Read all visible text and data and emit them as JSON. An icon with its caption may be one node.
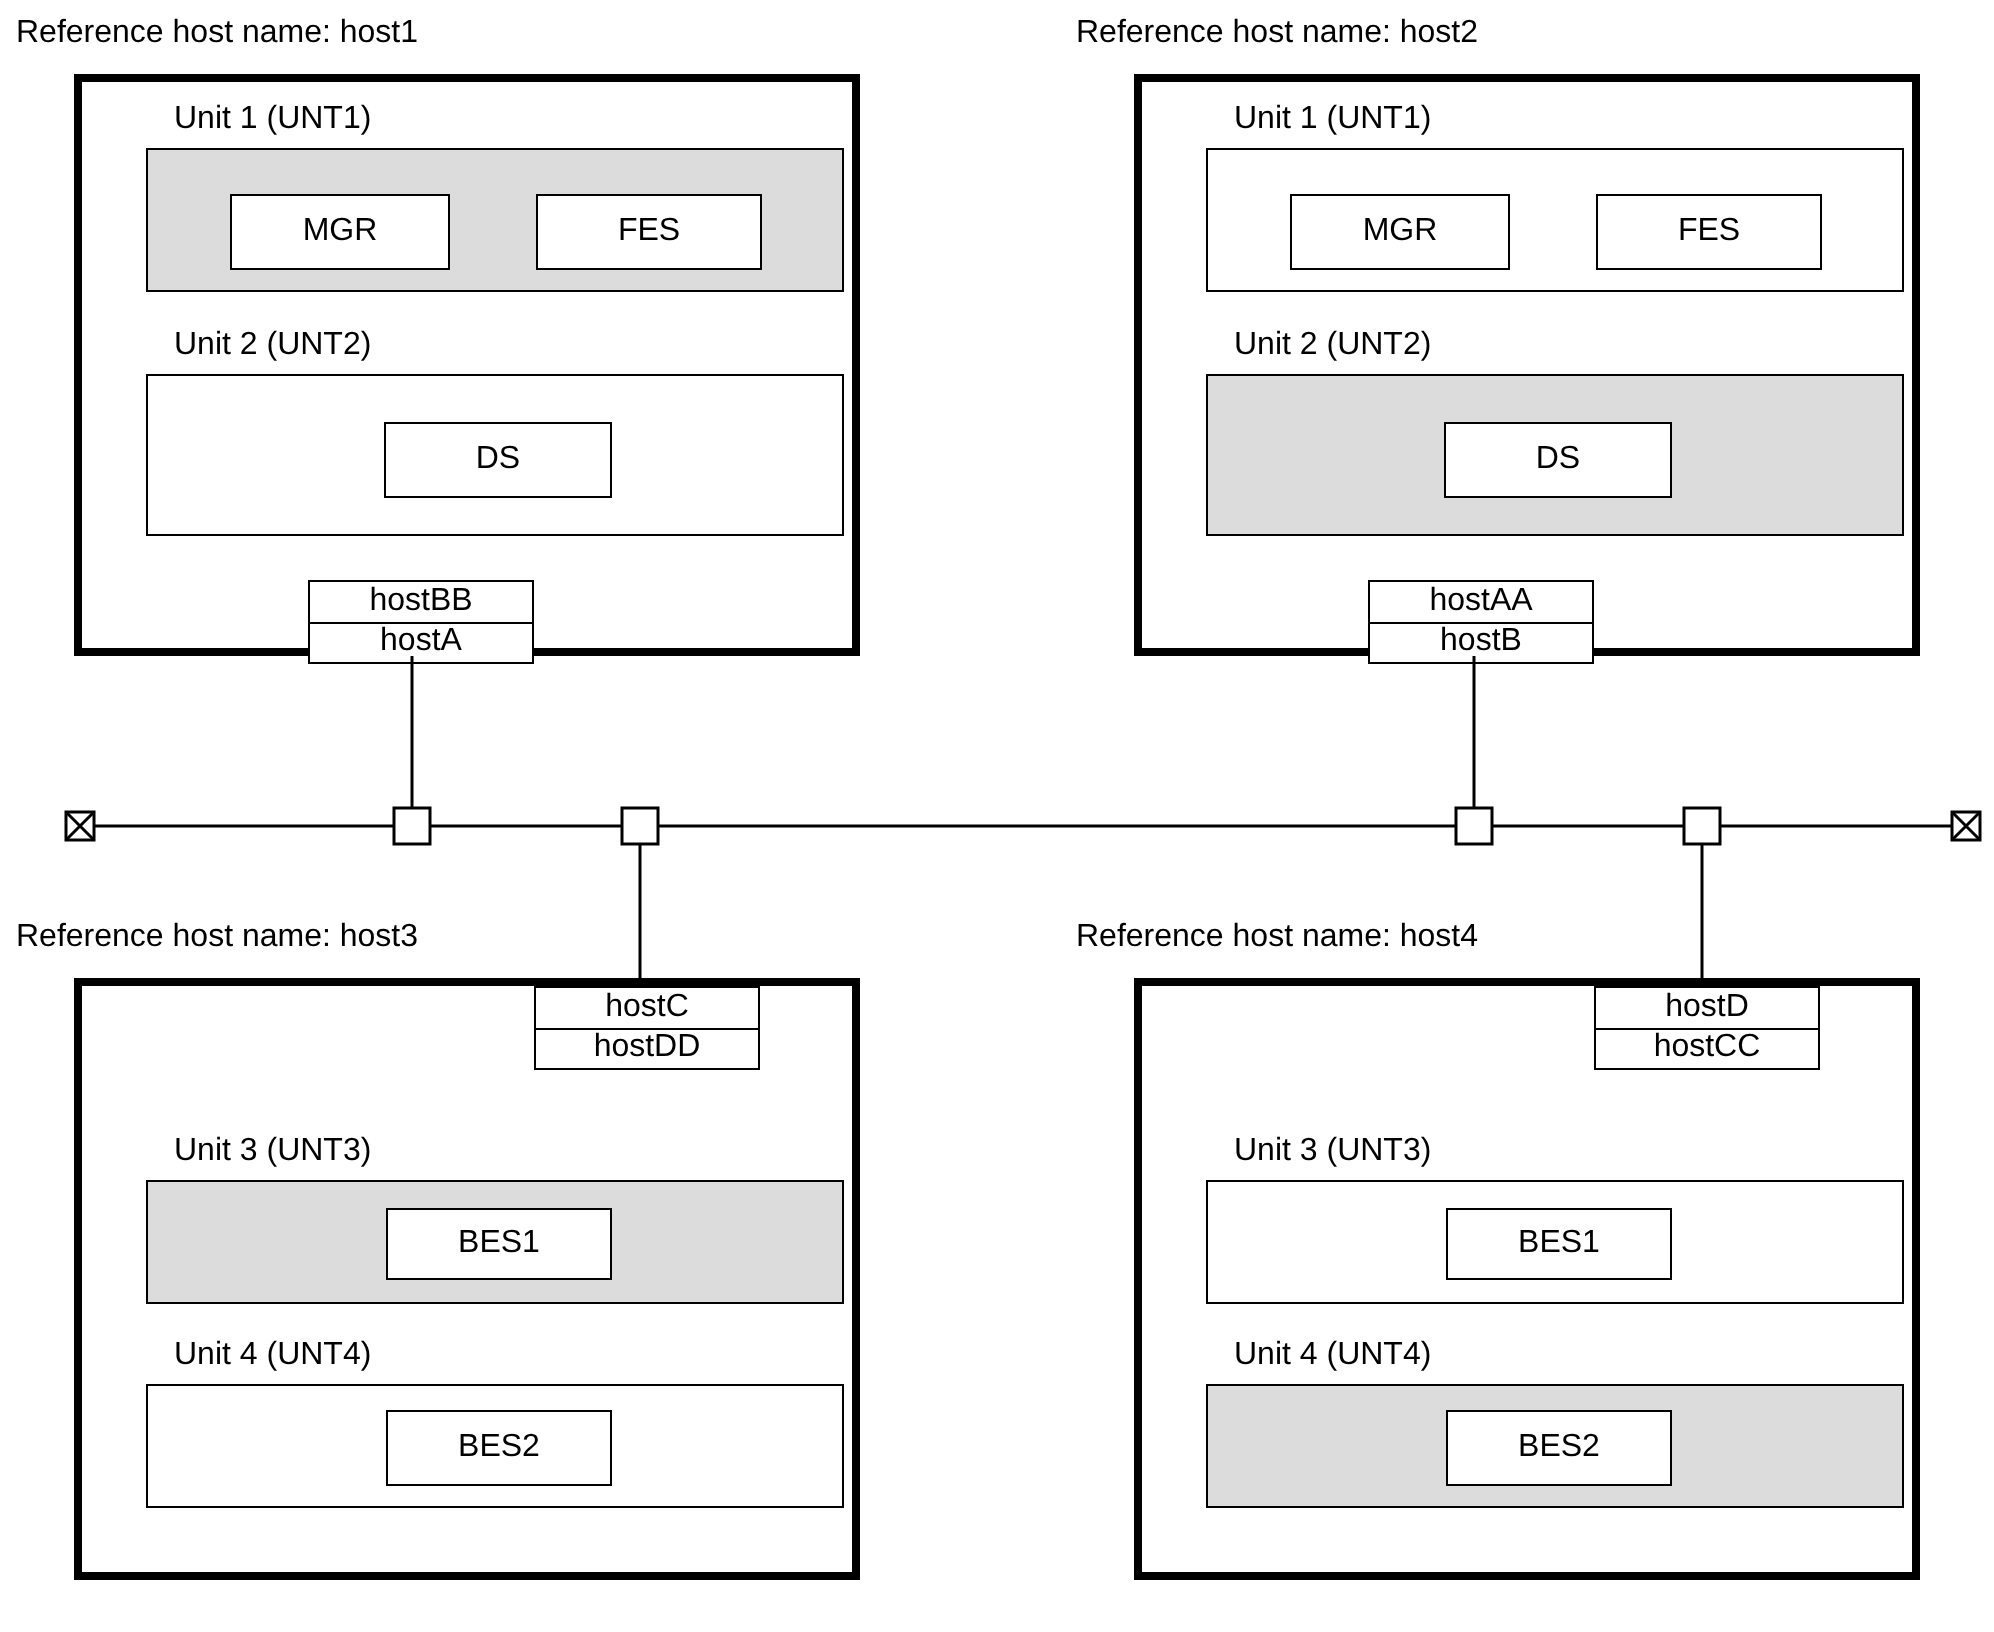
{
  "diagram": {
    "nodes": [
      {
        "text": [
          "Reference host name: host1"
        ]
      },
      {
        "text": [
          "Unit 1 (UNT1)"
        ],
        "in": 0
      },
      {
        "text": [
          "MGR"
        ],
        "in": 1
      },
      {
        "text": [
          "FES"
        ],
        "in": 1
      },
      {
        "text": [
          "Unit 2 (UNT2)"
        ],
        "in": 0
      },
      {
        "text": [
          "DS"
        ],
        "in": 4
      },
      {
        "text": [
          "hostBB",
          "hostA"
        ],
        "in": 0
      },
      {
        "text": [
          "Reference host name: host2"
        ]
      },
      {
        "text": [
          "Unit 1 (UNT1)"
        ],
        "in": 7
      },
      {
        "text": [
          "MGR"
        ],
        "in": 8
      },
      {
        "text": [
          "FES"
        ],
        "in": 8
      },
      {
        "text": [
          "Unit 2 (UNT2)"
        ],
        "in": 7
      },
      {
        "text": [
          "DS"
        ],
        "in": 11
      },
      {
        "text": [
          "hostAA",
          "hostB"
        ],
        "in": 7
      },
      {
        "text": [
          "Reference host name: host3"
        ]
      },
      {
        "text": [
          "hostC",
          "hostDD"
        ],
        "in": 14
      },
      {
        "text": [
          "Unit 3 (UNT3)"
        ],
        "in": 14
      },
      {
        "text": [
          "BES1"
        ],
        "in": 16
      },
      {
        "text": [
          "Unit 4 (UNT4)"
        ],
        "in": 14
      },
      {
        "text": [
          "BES2"
        ],
        "in": 18
      },
      {
        "text": [
          "Reference host name: host4"
        ]
      },
      {
        "text": [
          "hostD",
          "hostCC"
        ],
        "in": 20
      },
      {
        "text": [
          "Unit 3 (UNT3)"
        ],
        "in": 20
      },
      {
        "text": [
          "BES1"
        ],
        "in": 22
      },
      {
        "text": [
          "Unit 4 (UNT4)"
        ],
        "in": 20
      },
      {
        "text": [
          "BES2"
        ],
        "in": 24
      },
      {
        "text": [],
        "shape": "terminator"
      },
      {
        "text": [],
        "shape": "box"
      },
      {
        "text": [],
        "shape": "box"
      },
      {
        "text": [],
        "shape": "box"
      },
      {
        "text": [],
        "shape": "box"
      },
      {
        "text": [],
        "shape": "terminator"
      }
    ],
    "edges": [
      {
        "from": 6,
        "to": 27,
        "arrow": "none"
      },
      {
        "from": 15,
        "to": 28,
        "arrow": "none"
      },
      {
        "from": 13,
        "to": 29,
        "arrow": "none"
      },
      {
        "from": 21,
        "to": 30,
        "arrow": "none"
      },
      {
        "from": 26,
        "to": 27,
        "arrow": "none"
      },
      {
        "from": 27,
        "to": 28,
        "arrow": "none"
      },
      {
        "from": 28,
        "to": 29,
        "arrow": "none"
      },
      {
        "from": 29,
        "to": 30,
        "arrow": "none"
      },
      {
        "from": 30,
        "to": 31,
        "arrow": "none"
      }
    ]
  }
}
